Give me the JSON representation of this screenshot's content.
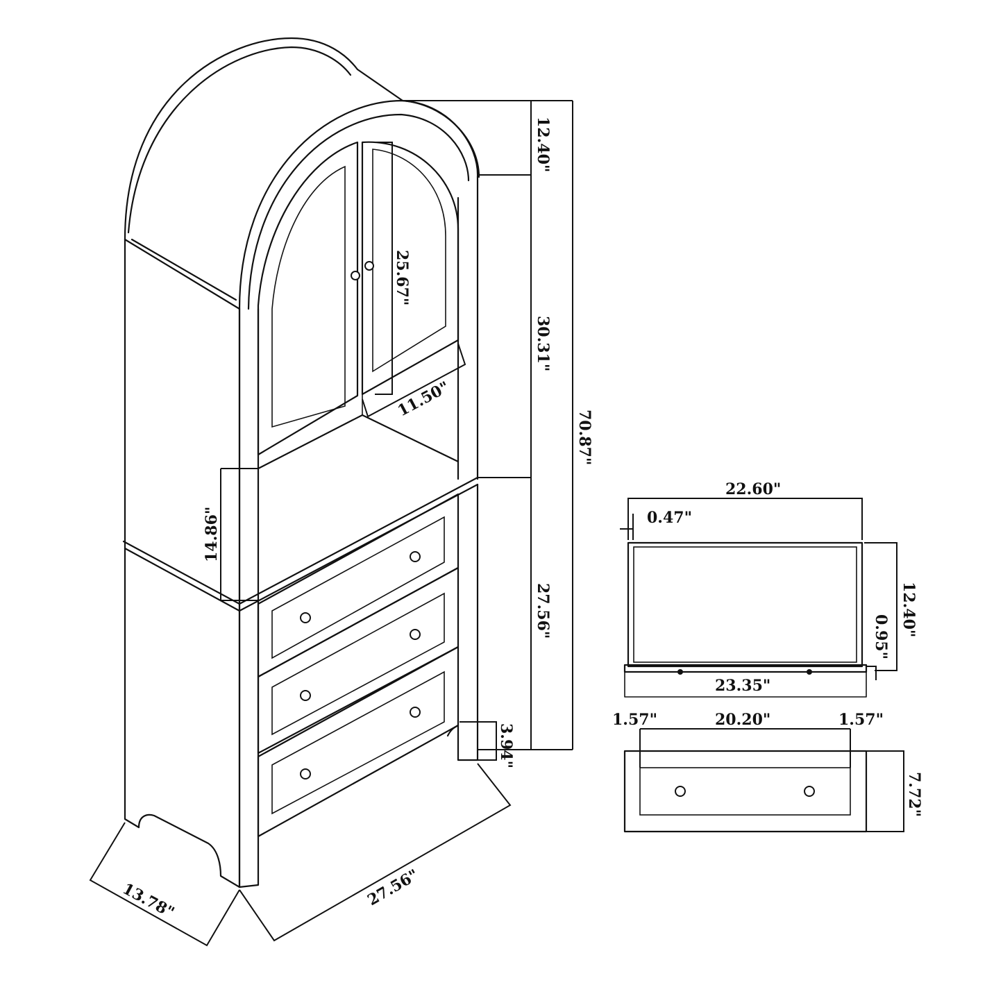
{
  "cabinet": {
    "total_height": "70.87\"",
    "top_arch_height": "12.40\"",
    "upper_section_height": "30.31\"",
    "lower_section_height": "27.56\"",
    "door_height": "25.67\"",
    "door_width": "11.50\"",
    "open_shelf_height": "14.86\"",
    "leg_height": "3.94\"",
    "depth": "13.78\"",
    "width": "27.56\""
  },
  "drawer_top_view": {
    "outer_width": "22.60\"",
    "side_thickness": "0.47\"",
    "depth": "12.40\"",
    "front_thickness": "0.95\"",
    "front_width": "23.35\""
  },
  "drawer_front_view": {
    "left_margin": "1.57\"",
    "inner_width": "20.20\"",
    "right_margin": "1.57\"",
    "height": "7.72\""
  }
}
